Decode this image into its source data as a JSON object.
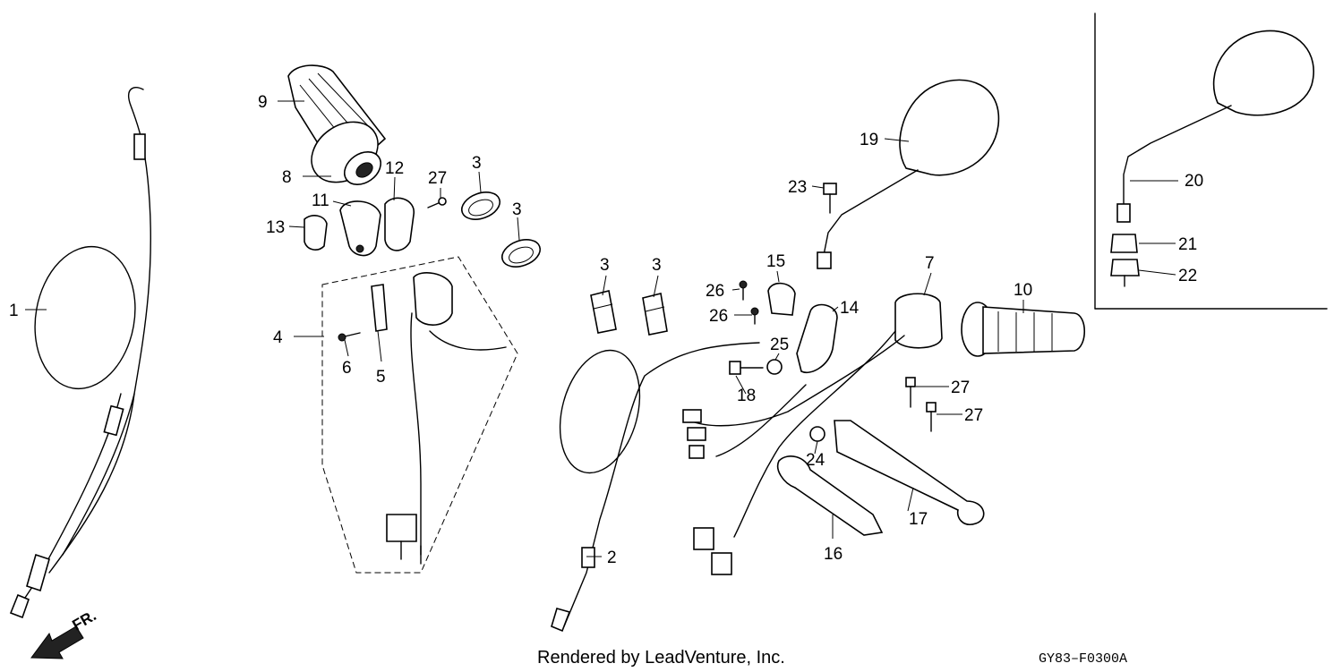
{
  "callouts": {
    "c1": "1",
    "c2": "2",
    "c3a": "3",
    "c3b": "3",
    "c3c": "3",
    "c3d": "3",
    "c4": "4",
    "c5": "5",
    "c6": "6",
    "c7": "7",
    "c8": "8",
    "c9": "9",
    "c10": "10",
    "c11": "11",
    "c12": "12",
    "c13": "13",
    "c14": "14",
    "c15": "15",
    "c16": "16",
    "c17": "17",
    "c18": "18",
    "c19": "19",
    "c20": "20",
    "c21": "21",
    "c22": "22",
    "c23": "23",
    "c24": "24",
    "c25": "25",
    "c26a": "26",
    "c26b": "26",
    "c27a": "27",
    "c27b": "27",
    "c27c": "27"
  },
  "front_marker": "FR.",
  "footer": {
    "credit": "Rendered by LeadVenture, Inc.",
    "diagram_code": "GY83–F0300A"
  }
}
